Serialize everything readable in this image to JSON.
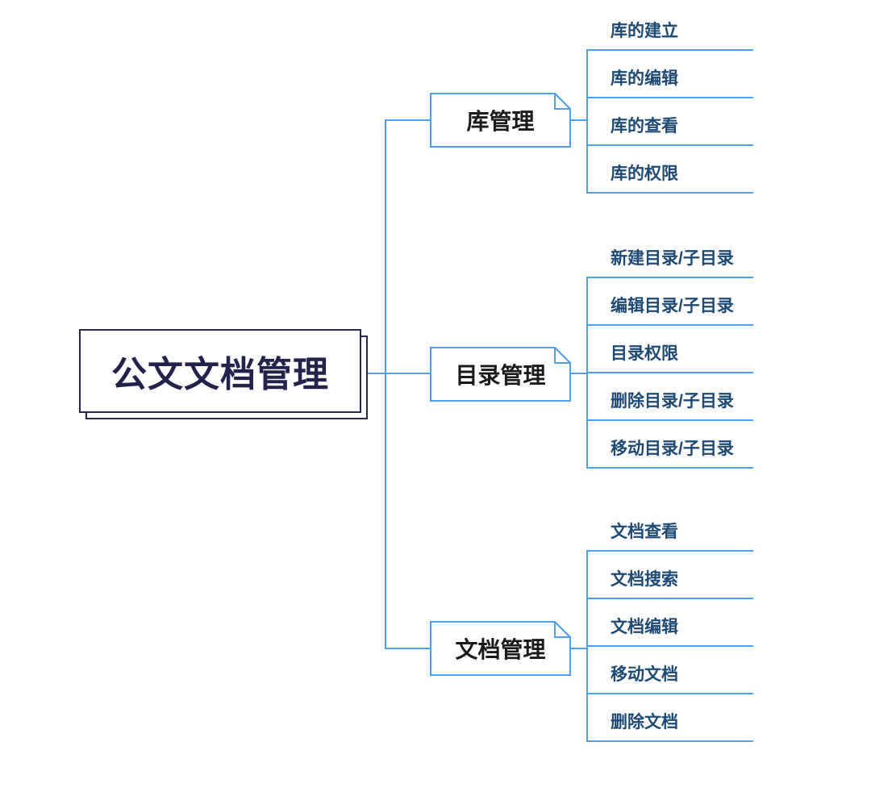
{
  "diagram": {
    "type": "mindmap",
    "root": {
      "label": "公文文档管理"
    },
    "branches": [
      {
        "label": "库管理",
        "children": [
          "库的建立",
          "库的编辑",
          "库的查看",
          "库的权限"
        ]
      },
      {
        "label": "目录管理",
        "children": [
          "新建目录/子目录",
          "编辑目录/子目录",
          "目录权限",
          "删除目录/子目录",
          "移动目录/子目录"
        ]
      },
      {
        "label": "文档管理",
        "children": [
          "文档查看",
          "文档搜索",
          "文档编辑",
          "移动文档",
          "删除文档"
        ]
      }
    ],
    "colors": {
      "connector_blue": "#4f9ff0",
      "root_border_navy": "#26264f",
      "root_text_navy": "#22224c",
      "branch_text": "#1a1a1a",
      "leaf_text": "#1c4a75",
      "background": "#ffffff"
    }
  }
}
